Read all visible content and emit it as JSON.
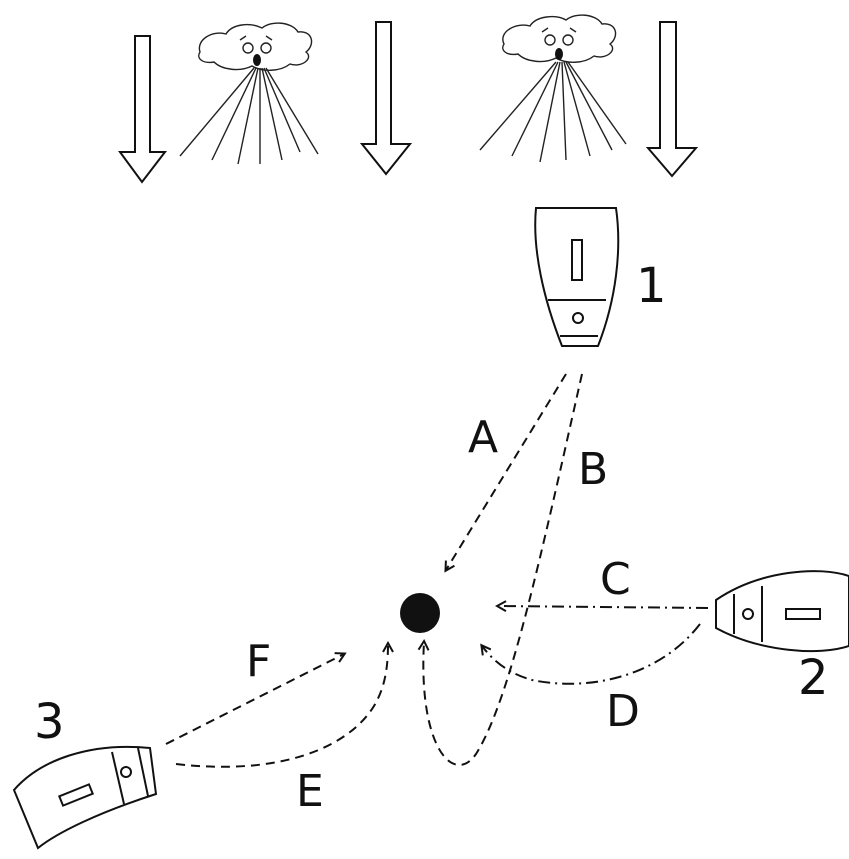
{
  "boats": [
    {
      "id": "boat-1",
      "number": "1"
    },
    {
      "id": "boat-2",
      "number": "2"
    },
    {
      "id": "boat-3",
      "number": "3"
    }
  ],
  "paths": [
    {
      "id": "A",
      "label": "A",
      "style": "dashed",
      "from": "boat-1"
    },
    {
      "id": "B",
      "label": "B",
      "style": "dashed",
      "from": "boat-1"
    },
    {
      "id": "C",
      "label": "C",
      "style": "dash-dot",
      "from": "boat-2"
    },
    {
      "id": "D",
      "label": "D",
      "style": "dash-dot",
      "from": "boat-2"
    },
    {
      "id": "E",
      "label": "E",
      "style": "dashed",
      "from": "boat-3"
    },
    {
      "id": "F",
      "label": "F",
      "style": "dashed",
      "from": "boat-3"
    }
  ],
  "wind": {
    "direction": "down",
    "arrows": 3,
    "clouds": 2
  },
  "target": {
    "shape": "filled-circle",
    "color": "#111111"
  }
}
